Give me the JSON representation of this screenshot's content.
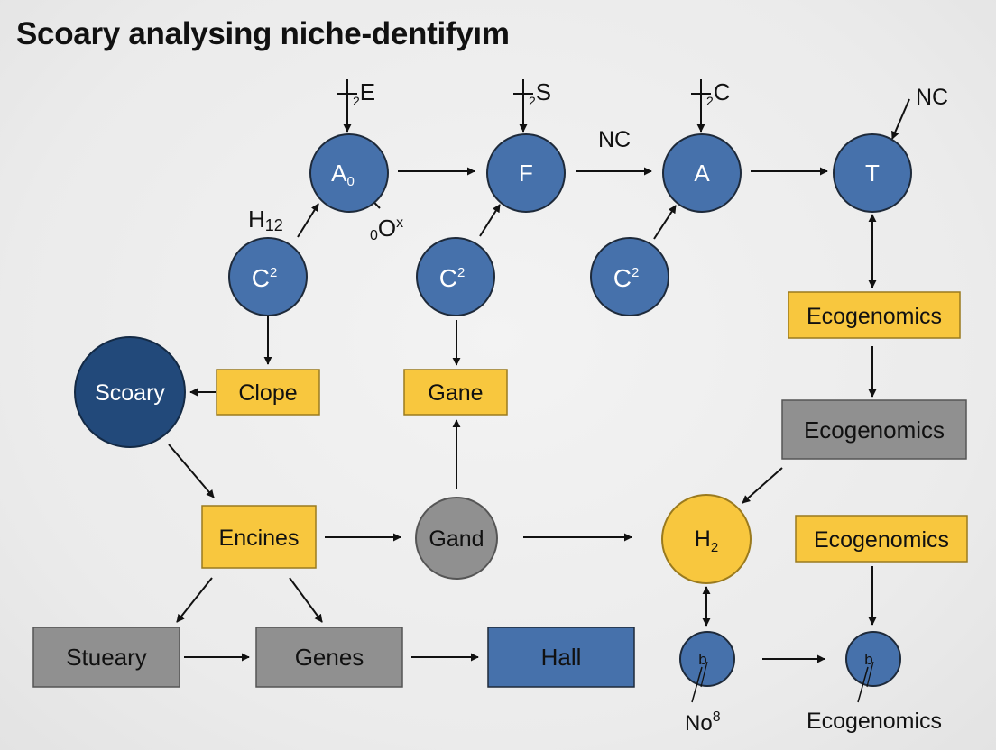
{
  "title": "Scoary analysing niche-dentifyım",
  "colors": {
    "blue": "#4671ab",
    "dark_blue": "#22497a",
    "yellow": "#f8c73e",
    "gray": "#909090",
    "stroke": "#1e2a3a",
    "arrow": "#111111"
  },
  "nodes": {
    "a0": {
      "label": "A",
      "sub": "0"
    },
    "f": {
      "label": "F"
    },
    "a": {
      "label": "A"
    },
    "t": {
      "label": "T"
    },
    "c2_1": {
      "label": "C",
      "sup": "2"
    },
    "c2_2": {
      "label": "C",
      "sup": "2"
    },
    "c2_3": {
      "label": "C",
      "sup": "2"
    },
    "scoary": {
      "label": "Scoary"
    },
    "clope": {
      "label": "Clope"
    },
    "gane": {
      "label": "Gane"
    },
    "ecogenomics_yellow_1": {
      "label": "Ecogenomics"
    },
    "ecogenomics_gray": {
      "label": "Ecogenomics"
    },
    "encines": {
      "label": "Encines"
    },
    "gand": {
      "label": "Gand"
    },
    "h2": {
      "label": "H",
      "sub": "2"
    },
    "ecogenomics_yellow_2": {
      "label": "Ecogenomics"
    },
    "stueary": {
      "label": "Stueary"
    },
    "genes": {
      "label": "Genes"
    },
    "hall": {
      "label": "Hall"
    },
    "small_node_1": {
      "label": "b"
    },
    "small_node_2": {
      "label": "b"
    }
  },
  "labels": {
    "input_e": {
      "sub": "2",
      "text": "E"
    },
    "input_s": {
      "sub": "2",
      "text": "S"
    },
    "input_c": {
      "sub": "2",
      "text": "C"
    },
    "nc_1": "NC",
    "nc_2": "NC",
    "h12": {
      "text": "H",
      "sub": "12"
    },
    "ox": {
      "pre": "0",
      "text": "O",
      "sup": "x"
    },
    "no8": {
      "text": "No",
      "sup": "8"
    },
    "ecogenomics_bottom": "Ecogenomics"
  }
}
